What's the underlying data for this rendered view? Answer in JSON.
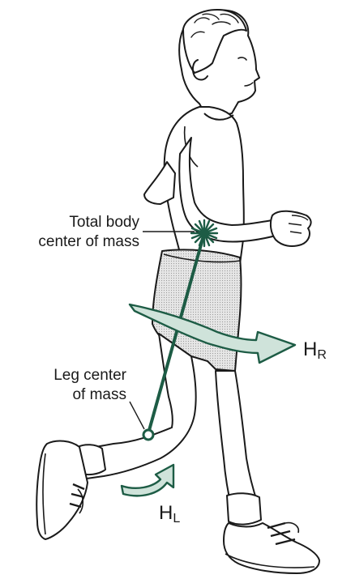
{
  "labels": {
    "total_com_line1": "Total body",
    "total_com_line2": "center of mass",
    "leg_com_line1": "Leg center",
    "leg_com_line2": "of mass",
    "hr_main": "H",
    "hr_sub": "R",
    "hl_main": "H",
    "hl_sub": "L"
  },
  "colors": {
    "accent": "#1d5c45",
    "accent_fill": "#cfe3da",
    "ink": "#1a1a1a",
    "shorts_fill": "#d9d9d9"
  }
}
